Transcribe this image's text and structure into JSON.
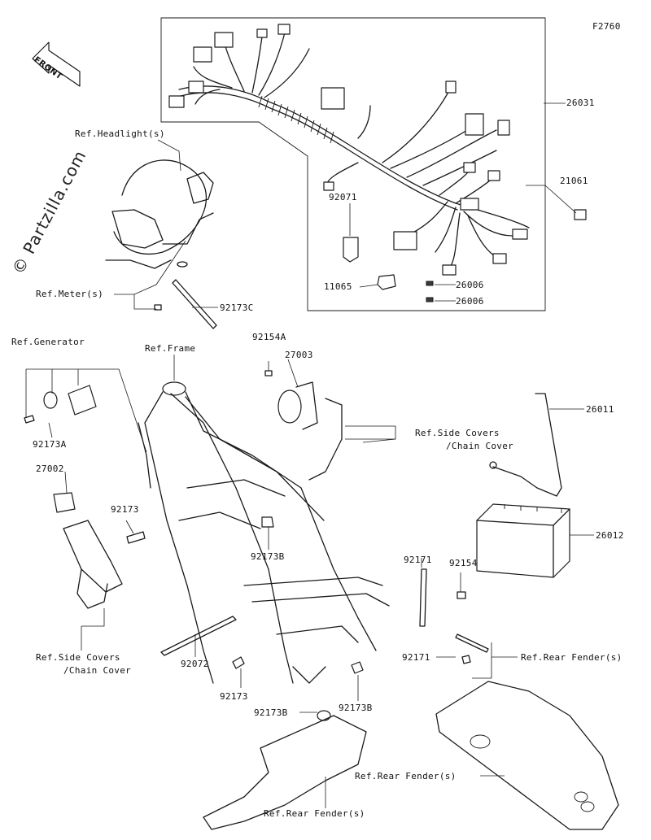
{
  "figure_code": "F2760",
  "watermark": "© Partzilla.com",
  "front_badge": "FRONT",
  "labels": {
    "p26031": "26031",
    "p21061": "21061",
    "p92071": "92071",
    "p11065": "11065",
    "p26006a": "26006",
    "p26006b": "26006",
    "ref_headlight": "Ref.Headlight(s)",
    "ref_meter": "Ref.Meter(s)",
    "p92173C": "92173C",
    "ref_generator": "Ref.Generator",
    "ref_frame": "Ref.Frame",
    "p92154A": "92154A",
    "p27003": "27003",
    "ref_side_covers_1": "Ref.Side Covers",
    "ref_chain_cover_1": "/Chain Cover",
    "p26011": "26011",
    "p92173A": "92173A",
    "p27002": "27002",
    "p92173_1": "92173",
    "p92173B_1": "92173B",
    "p26012": "26012",
    "p92171_1": "92171",
    "p92154": "92154",
    "ref_side_covers_2": "Ref.Side Covers",
    "ref_chain_cover_2": "/Chain Cover",
    "p92072": "92072",
    "p92171_2": "92171",
    "ref_rear_fender_1": "Ref.Rear Fender(s)",
    "p92173_2": "92173",
    "p92173B_2": "92173B",
    "p92173B_3": "92173B",
    "ref_rear_fender_2": "Ref.Rear Fender(s)",
    "ref_rear_fender_3": "Ref.Rear Fender(s)"
  }
}
